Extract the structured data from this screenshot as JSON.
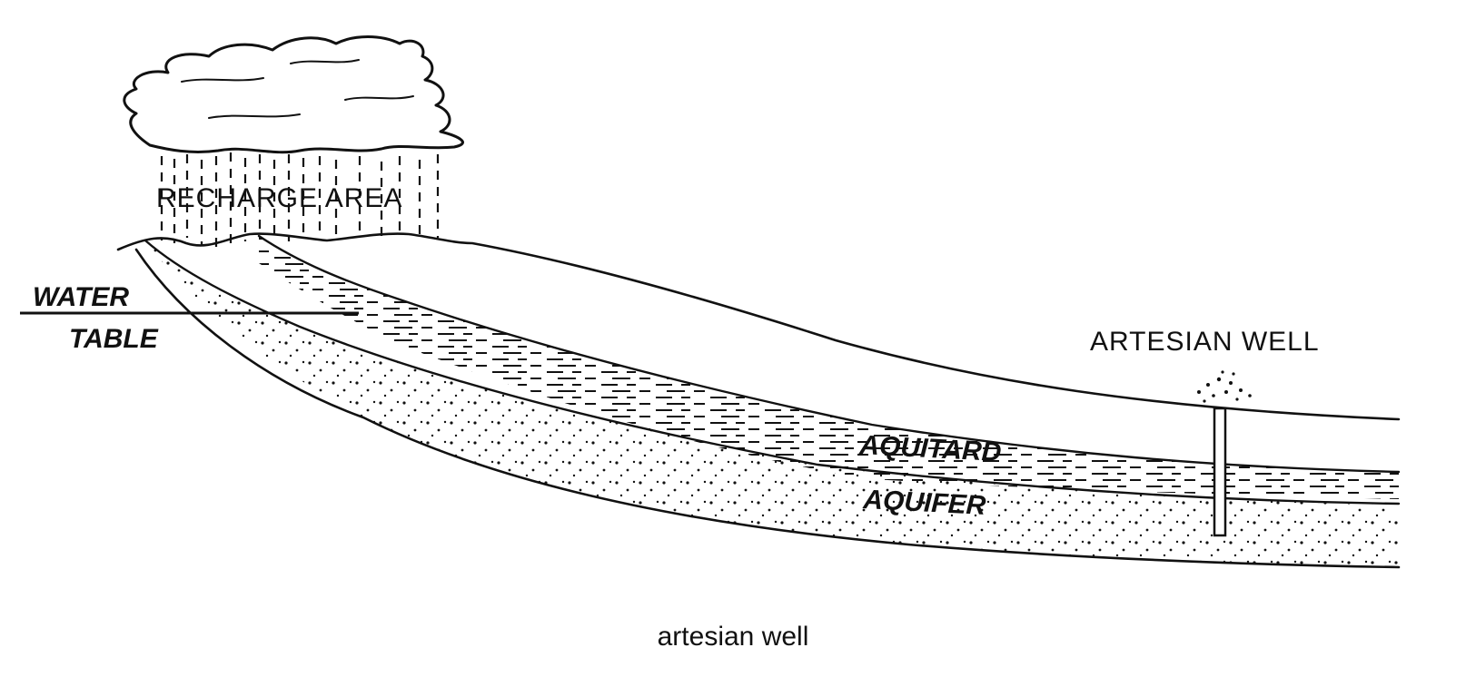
{
  "labels": {
    "recharge_area": "RECHARGE AREA",
    "water": "WATER",
    "table": "TABLE",
    "artesian_well": "ARTESIAN WELL",
    "aquitard": "AQUITARD",
    "aquifer": "AQUIFER"
  },
  "caption": "artesian well",
  "colors": {
    "ink": "#111111",
    "background": "#ffffff"
  },
  "icons": [
    "cloud-icon",
    "rain-icon",
    "well-icon",
    "water-spray-icon"
  ]
}
